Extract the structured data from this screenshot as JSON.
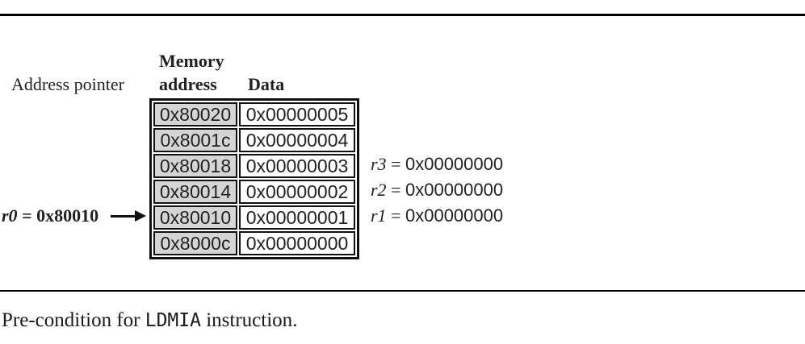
{
  "figure": {
    "labels": {
      "address_pointer": "Address pointer",
      "header_memory": "Memory",
      "header_address": "address",
      "header_data": "Data"
    },
    "pointer": {
      "name": "r0",
      "rest": " = 0x80010"
    },
    "memory_table": {
      "rows": [
        {
          "address": "0x80020",
          "data": "0x00000005"
        },
        {
          "address": "0x8001c",
          "data": "0x00000004"
        },
        {
          "address": "0x80018",
          "data": "0x00000003"
        },
        {
          "address": "0x80014",
          "data": "0x00000002"
        },
        {
          "address": "0x80010",
          "data": "0x00000001"
        },
        {
          "address": "0x8000c",
          "data": "0x00000000"
        }
      ]
    },
    "registers": [
      {
        "name": "r3",
        "eq": " = ",
        "value": "0x00000000"
      },
      {
        "name": "r2",
        "eq": " = ",
        "value": "0x00000000"
      },
      {
        "name": "r1",
        "eq": " = ",
        "value": "0x00000000"
      }
    ],
    "caption": {
      "prefix": "Pre-condition for ",
      "code": "LDMIA",
      "suffix": " instruction."
    },
    "colors": {
      "address_cell_bg": "#d5d5d5",
      "border_ink": "#111111",
      "text_ink": "#231f20"
    }
  }
}
